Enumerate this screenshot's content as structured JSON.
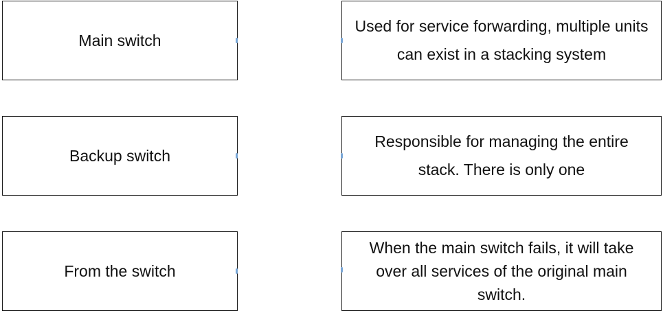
{
  "left_items": [
    {
      "label": "Main switch"
    },
    {
      "label": "Backup switch"
    },
    {
      "label": "From the switch"
    }
  ],
  "right_items": [
    {
      "label": "Used for service forwarding, multiple units can exist in a stacking system"
    },
    {
      "label": "Responsible for managing the entire stack. There is only one"
    },
    {
      "label": "When the main switch fails, it will take over all services of the original main switch."
    }
  ]
}
